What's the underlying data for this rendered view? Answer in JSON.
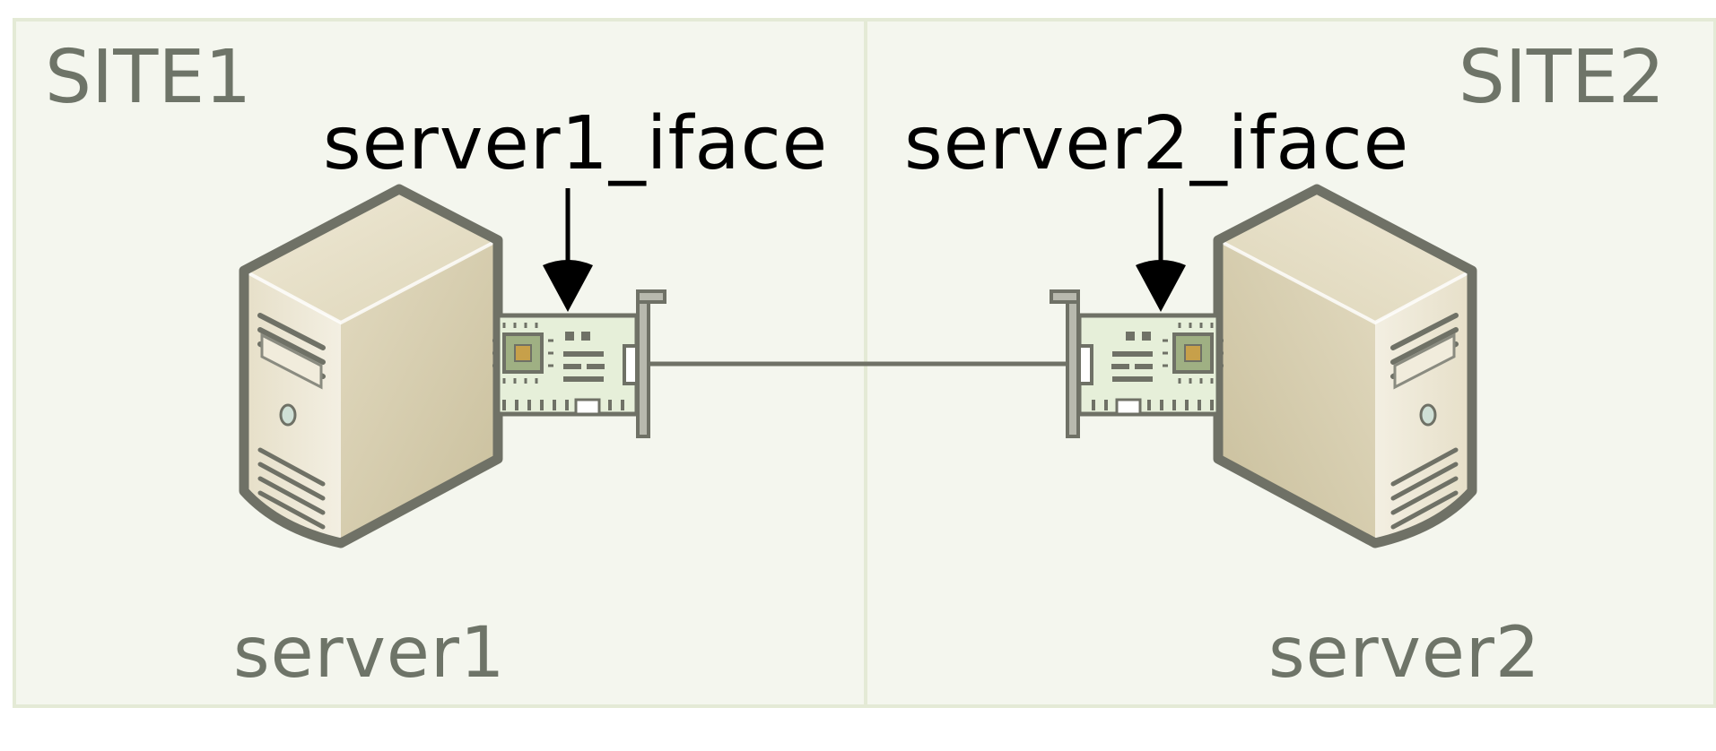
{
  "sites": [
    {
      "label": "SITE1",
      "server": "server1",
      "iface": "server1_iface"
    },
    {
      "label": "SITE2",
      "server": "server2",
      "iface": "server2_iface"
    }
  ],
  "colors": {
    "site_background": "#f4f6ee",
    "site_border": "#e4ead6",
    "site_text": "#6e7468",
    "iface_text": "#000000",
    "server_outline": "#6f7166",
    "server_face": "#e9e2cc",
    "nic_board": "#e6efd9",
    "link_line": "#6f7166",
    "arrow": "#000000"
  },
  "icons": [
    "server-tower-icon",
    "network-card-icon",
    "arrow-down-icon"
  ]
}
